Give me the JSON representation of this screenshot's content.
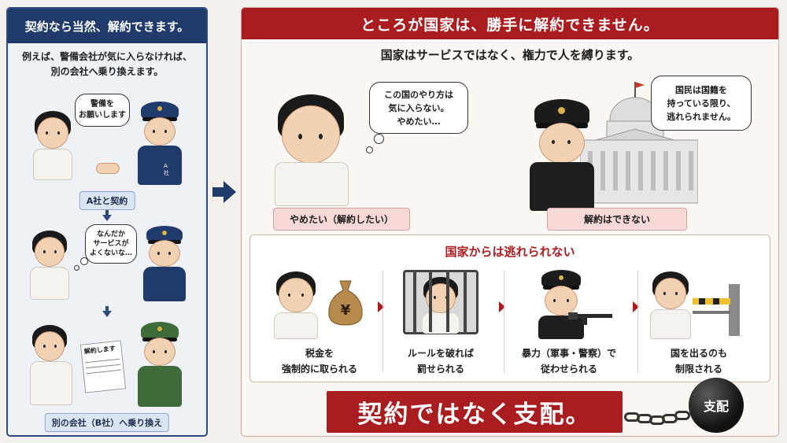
{
  "left": {
    "header": "契約なら当然、解約できます。",
    "sub_line1": "例えば、警備会社が気に入らなければ、",
    "sub_line2": "別の会社へ乗り換えます。",
    "scene1": {
      "bubble": "警備を\nお願いします",
      "chip": "A社と契約",
      "badge_text": "A社"
    },
    "scene2": {
      "bubble": "なんだか\nサービスが\nよくないな…"
    },
    "scene3": {
      "paper": "解約します",
      "chip": "別の会社（B社）へ乗り換え"
    }
  },
  "right": {
    "header": "ところが国家は、勝手に解約できません。",
    "sub": "国家はサービスではなく、権力で人を縛ります。",
    "person_bubble": "この国のやり方は\n気に入らない。\nやめたい…",
    "state_bubble": "国民は国籍を\n持っている限り、\n逃れられません。",
    "person_label": "やめたい（解約したい）",
    "state_label": "解約はできない",
    "inner_title": "国家からは逃れられない",
    "steps": [
      {
        "caption": "税金を\n強制的に取られる",
        "icon": "money-bag-icon",
        "symbol": "¥"
      },
      {
        "caption": "ルールを破れば\n罰せられる",
        "icon": "cage-icon"
      },
      {
        "caption": "暴力（軍事・警察）で\n従わせられる",
        "icon": "rifle-icon"
      },
      {
        "caption": "国を出るのも\n制限される",
        "icon": "barrier-icon"
      }
    ],
    "banner": "契約ではなく支配。",
    "ball_label": "支配"
  },
  "colors": {
    "navy": "#1f3a6b",
    "red": "#a91d20",
    "pink": "#f6d9d6"
  }
}
